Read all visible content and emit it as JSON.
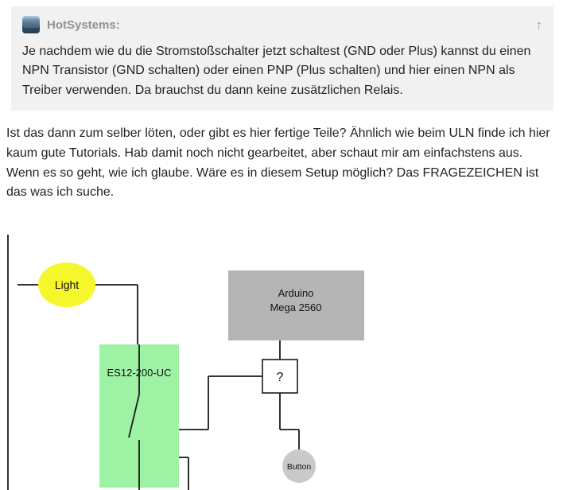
{
  "quote": {
    "author": "HotSystems:",
    "collapse_icon": "↑",
    "text": "Je nachdem wie du die Stromstoßschalter jetzt schaltest (GND oder Plus) kannst du einen NPN Transistor (GND schalten) oder einen PNP (Plus schalten) und hier einen NPN als Treiber verwenden. Da brauchst du dann keine zusätzlichen Relais."
  },
  "post": {
    "body": "Ist das dann zum selber löten, oder gibt es hier fertige Teile? Ähnlich wie beim ULN finde ich hier kaum gute Tutorials. Hab damit noch nicht gearbeitet, aber schaut mir am einfachstens aus. Wenn es so geht, wie ich glaube. Wäre es in diesem Setup möglich? Das FRAGEZEICHEN ist das was ich suche."
  },
  "diagram": {
    "light_label": "Light",
    "arduino_line1": "Arduino",
    "arduino_line2": "Mega 2560",
    "relay_label": "ES12-200-UC",
    "driver_label": "?",
    "button_label": "Button",
    "colors": {
      "light_fill": "#f6f62c",
      "relay_fill": "#9df2a4",
      "arduino_fill": "#b5b5b5",
      "arduino_stroke": "#9a9a9a",
      "button_fill": "#c9c9c9",
      "button_stroke": "#8f8f8f",
      "wire": "#1a1a1a"
    }
  }
}
